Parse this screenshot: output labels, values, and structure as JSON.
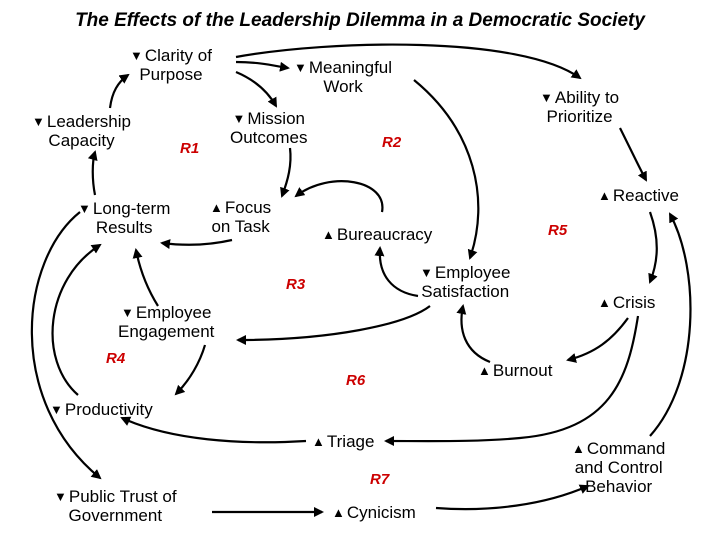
{
  "title": "The Effects of the Leadership Dilemma in a Democratic Society",
  "symbols": {
    "down": "▼",
    "up": "▲"
  },
  "nodes": [
    {
      "id": "clarity",
      "line1": "Clarity of",
      "line2": "Purpose",
      "direction": "down"
    },
    {
      "id": "meaningful",
      "line1": "Meaningful",
      "line2": "Work",
      "direction": "down"
    },
    {
      "id": "ability",
      "line1": "Ability to",
      "line2": "Prioritize",
      "direction": "down"
    },
    {
      "id": "leadership",
      "line1": "Leadership",
      "line2": "Capacity",
      "direction": "down"
    },
    {
      "id": "mission",
      "line1": "Mission",
      "line2": "Outcomes",
      "direction": "down"
    },
    {
      "id": "reactive",
      "line1": "Reactive",
      "line2": "",
      "direction": "up"
    },
    {
      "id": "longterm",
      "line1": "Long-term",
      "line2": "Results",
      "direction": "down"
    },
    {
      "id": "focus",
      "line1": "Focus",
      "line2": "on Task",
      "direction": "up"
    },
    {
      "id": "bureaucracy",
      "line1": "Bureaucracy",
      "line2": "",
      "direction": "up"
    },
    {
      "id": "satisfaction",
      "line1": "Employee",
      "line2": "Satisfaction",
      "direction": "down"
    },
    {
      "id": "crisis",
      "line1": "Crisis",
      "line2": "",
      "direction": "up"
    },
    {
      "id": "engagement",
      "line1": "Employee",
      "line2": "Engagement",
      "direction": "down"
    },
    {
      "id": "burnout",
      "line1": "Burnout",
      "line2": "",
      "direction": "up"
    },
    {
      "id": "productivity",
      "line1": "Productivity",
      "line2": "",
      "direction": "down"
    },
    {
      "id": "triage",
      "line1": "Triage",
      "line2": "",
      "direction": "up"
    },
    {
      "id": "command",
      "line1": "Command",
      "line2": "and Control",
      "line3": "Behavior",
      "direction": "up"
    },
    {
      "id": "trust",
      "line1": "Public Trust of",
      "line2": "Government",
      "direction": "down"
    },
    {
      "id": "cynicism",
      "line1": "Cynicism",
      "line2": "",
      "direction": "up"
    }
  ],
  "loops": [
    "R1",
    "R2",
    "R3",
    "R4",
    "R5",
    "R6",
    "R7"
  ],
  "links": [
    [
      "clarity",
      "meaningful"
    ],
    [
      "clarity",
      "ability"
    ],
    [
      "clarity",
      "mission"
    ],
    [
      "leadership",
      "clarity"
    ],
    [
      "mission",
      "focus"
    ],
    [
      "focus",
      "longterm"
    ],
    [
      "bureaucracy",
      "focus"
    ],
    [
      "meaningful",
      "satisfaction"
    ],
    [
      "ability",
      "reactive"
    ],
    [
      "reactive",
      "crisis"
    ],
    [
      "crisis",
      "burnout"
    ],
    [
      "crisis",
      "triage"
    ],
    [
      "burnout",
      "satisfaction"
    ],
    [
      "satisfaction",
      "bureaucracy"
    ],
    [
      "satisfaction",
      "engagement"
    ],
    [
      "engagement",
      "longterm"
    ],
    [
      "engagement",
      "productivity"
    ],
    [
      "productivity",
      "longterm"
    ],
    [
      "longterm",
      "leadership"
    ],
    [
      "longterm",
      "trust"
    ],
    [
      "triage",
      "productivity"
    ],
    [
      "trust",
      "cynicism"
    ],
    [
      "cynicism",
      "command"
    ],
    [
      "command",
      "reactive"
    ]
  ]
}
